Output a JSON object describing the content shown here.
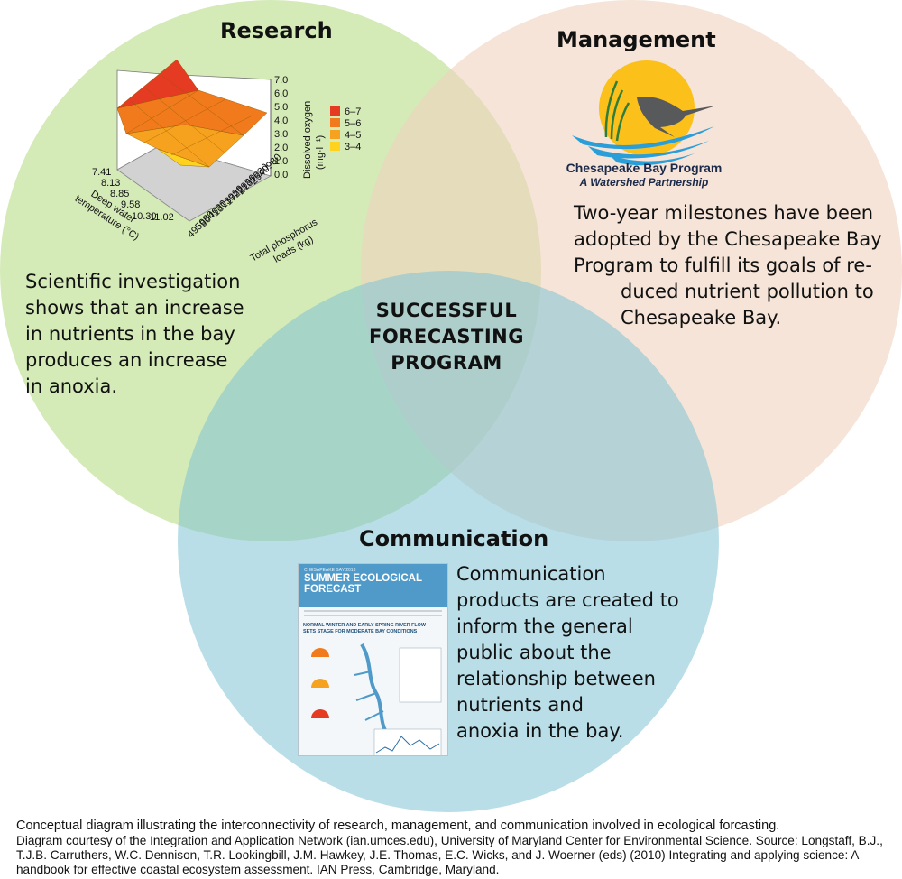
{
  "colors": {
    "research_circle": "#b9dd8a",
    "management_circle": "#efd3bf",
    "communication_circle": "#7fc2d6",
    "surface_red": "#e53b22",
    "surface_orange_dark": "#f07a1c",
    "surface_orange": "#f7a21f",
    "surface_yellow": "#ffd21f",
    "logo_sun": "#fbc01a",
    "logo_water": "#2a9ed8"
  },
  "venn": {
    "research": {
      "title": "Research",
      "text_lines": [
        "Scientific investigation",
        "shows that an increase",
        "in nutrients in the bay",
        "produces an increase",
        "in anoxia."
      ]
    },
    "management": {
      "title": "Management",
      "text_lines": [
        "Two-year milestones have been",
        "adopted by the Chesapeake Bay",
        "Program to fulfill its goals of re-",
        "duced nutrient pollution to",
        "Chesapeake Bay."
      ]
    },
    "communication": {
      "title": "Communication",
      "text_lines": [
        "Communication",
        "products are created to",
        "inform the general",
        "public about the",
        "relationship between",
        "nutrients and",
        "anoxia in the bay."
      ]
    },
    "center_lines": [
      "SUCCESSFUL",
      "FORECASTING",
      "PROGRAM"
    ]
  },
  "research_plot": {
    "z_ticks": [
      "7.0",
      "6.0",
      "5.0",
      "4.0",
      "3.0",
      "2.0",
      "1.0",
      "0.0"
    ],
    "z_label": [
      "Dissolved oxygen",
      "(mg·l⁻¹)"
    ],
    "temp_ticks": [
      "7.41",
      "8.13",
      "8.85",
      "9.58",
      "10.30",
      "11.02"
    ],
    "temp_label": [
      "Deep water",
      "temperature (°C)"
    ],
    "phos_ticks": [
      "2540980",
      "2131980",
      "1722980",
      "1313980",
      "904980",
      "495980"
    ],
    "phos_label": [
      "Total phosphorus",
      "loads (kg)"
    ],
    "legend": [
      {
        "label": "6–7",
        "color": "#e53b22"
      },
      {
        "label": "5–6",
        "color": "#f07a1c"
      },
      {
        "label": "4–5",
        "color": "#f7a21f"
      },
      {
        "label": "3–4",
        "color": "#ffd21f"
      }
    ]
  },
  "logo": {
    "icon": "heron-sun-logo",
    "name": "Chesapeake Bay Program",
    "tagline": "A Watershed Partnership"
  },
  "forecast_thumbnail": {
    "kicker": "CHESAPEAKE BAY 2013",
    "title_lines": [
      "SUMMER ECOLOGICAL",
      "FORECAST"
    ],
    "headline_lines": [
      "NORMAL WINTER AND EARLY SPRING RIVER FLOW",
      "SETS STAGE FOR MODERATE BAY CONDITIONS"
    ]
  },
  "caption": {
    "title": "Conceptual diagram illustrating the interconnectivity of research, management, and communication involved in ecological forcasting.",
    "credits": "Diagram courtesy of the Integration and Application Network (ian.umces.edu), University of Maryland Center for Environmental Science. Source: Longstaff, B.J., T.J.B. Carruthers, W.C. Dennison, T.R. Lookingbill, J.M. Hawkey, J.E. Thomas, E.C. Wicks, and J. Woerner (eds) (2010) Integrating and applying science: A handbook for effective coastal ecosystem assessment. IAN Press, Cambridge, Maryland."
  }
}
